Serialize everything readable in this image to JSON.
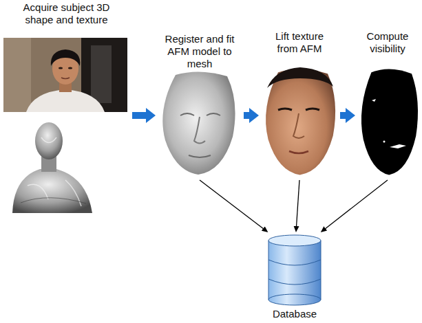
{
  "diagram": {
    "nodes": [
      {
        "text": [
          "Acquire subject 3D shape and texture"
        ]
      },
      {
        "text": [
          "Register and fit AFM model to mesh"
        ]
      },
      {
        "text": [
          "Lift texture from AFM"
        ]
      },
      {
        "text": [
          "Compute visibility"
        ]
      },
      {
        "text": [
          "Database"
        ]
      }
    ],
    "edges": [
      {
        "from": 0,
        "to": 1,
        "arrow": "to"
      },
      {
        "from": 1,
        "to": 2,
        "arrow": "to"
      },
      {
        "from": 2,
        "to": 3,
        "arrow": "to"
      },
      {
        "from": 1,
        "to": 4,
        "arrow": "to"
      },
      {
        "from": 2,
        "to": 4,
        "arrow": "to"
      },
      {
        "from": 3,
        "to": 4,
        "arrow": "to"
      }
    ]
  }
}
